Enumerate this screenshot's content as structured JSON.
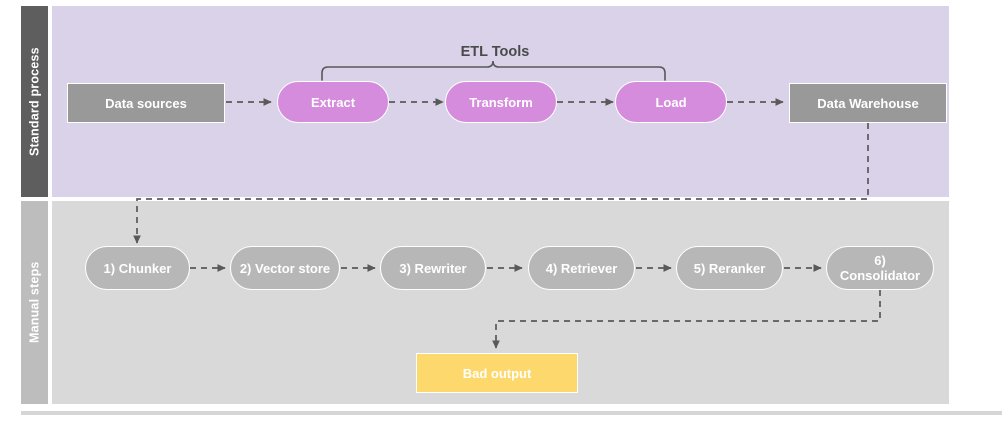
{
  "diagram": {
    "title_visible": false,
    "lanes": [
      {
        "id": "standard-process",
        "label": "Standard process",
        "header_color": "#5e5e5e",
        "body_color": "#d9d2e9"
      },
      {
        "id": "manual-steps",
        "label": "Manual steps",
        "header_color": "#bdbdbd",
        "body_color": "#d9d9d9"
      }
    ],
    "annotations": {
      "etl_bracket_label": "ETL Tools"
    },
    "nodes": {
      "standard_process": [
        {
          "id": "data-sources",
          "label": "Data sources",
          "shape": "rect",
          "color": "#999999"
        },
        {
          "id": "extract",
          "label": "Extract",
          "shape": "pill",
          "color": "#d68cdc"
        },
        {
          "id": "transform",
          "label": "Transform",
          "shape": "pill",
          "color": "#d68cdc"
        },
        {
          "id": "load",
          "label": "Load",
          "shape": "pill",
          "color": "#d68cdc"
        },
        {
          "id": "data-warehouse",
          "label": "Data Warehouse",
          "shape": "rect",
          "color": "#999999"
        }
      ],
      "manual_steps": [
        {
          "id": "chunker",
          "label": "1) Chunker",
          "shape": "pill",
          "color": "#b7b7b7"
        },
        {
          "id": "vector-store",
          "label": "2) Vector store",
          "shape": "pill",
          "color": "#b7b7b7"
        },
        {
          "id": "rewriter",
          "label": "3) Rewriter",
          "shape": "pill",
          "color": "#b7b7b7"
        },
        {
          "id": "retriever",
          "label": "4) Retriever",
          "shape": "pill",
          "color": "#b7b7b7"
        },
        {
          "id": "reranker",
          "label": "5) Reranker",
          "shape": "pill",
          "color": "#b7b7b7"
        },
        {
          "id": "consolidator",
          "label": "6) Consolidator",
          "shape": "pill",
          "color": "#b7b7b7"
        }
      ],
      "outputs": [
        {
          "id": "bad-output",
          "label": "Bad output",
          "shape": "rect",
          "color": "#fdd86c"
        }
      ]
    },
    "edges": [
      {
        "from": "data-sources",
        "to": "extract",
        "style": "dashed",
        "arrow": true
      },
      {
        "from": "extract",
        "to": "transform",
        "style": "dashed",
        "arrow": true
      },
      {
        "from": "transform",
        "to": "load",
        "style": "dashed",
        "arrow": true
      },
      {
        "from": "load",
        "to": "data-warehouse",
        "style": "dashed",
        "arrow": true
      },
      {
        "from": "data-warehouse",
        "to": "chunker",
        "style": "dashed",
        "arrow": true
      },
      {
        "from": "chunker",
        "to": "vector-store",
        "style": "dashed",
        "arrow": true
      },
      {
        "from": "vector-store",
        "to": "rewriter",
        "style": "dashed",
        "arrow": true
      },
      {
        "from": "rewriter",
        "to": "retriever",
        "style": "dashed",
        "arrow": true
      },
      {
        "from": "retriever",
        "to": "reranker",
        "style": "dashed",
        "arrow": true
      },
      {
        "from": "reranker",
        "to": "consolidator",
        "style": "dashed",
        "arrow": true
      },
      {
        "from": "consolidator",
        "to": "bad-output",
        "style": "dashed",
        "arrow": true
      }
    ],
    "colors": {
      "lane_top_body": "#d9d2e9",
      "lane_top_header": "#5e5e5e",
      "lane_bottom_body": "#d9d9d9",
      "lane_bottom_header": "#bdbdbd",
      "node_gray": "#999999",
      "node_gray_pill": "#b7b7b7",
      "node_magenta": "#d68cdc",
      "node_yellow": "#fdd86c",
      "edge": "#595959",
      "text_light": "#ffffff",
      "text_dark": "#4a4a4a"
    }
  }
}
